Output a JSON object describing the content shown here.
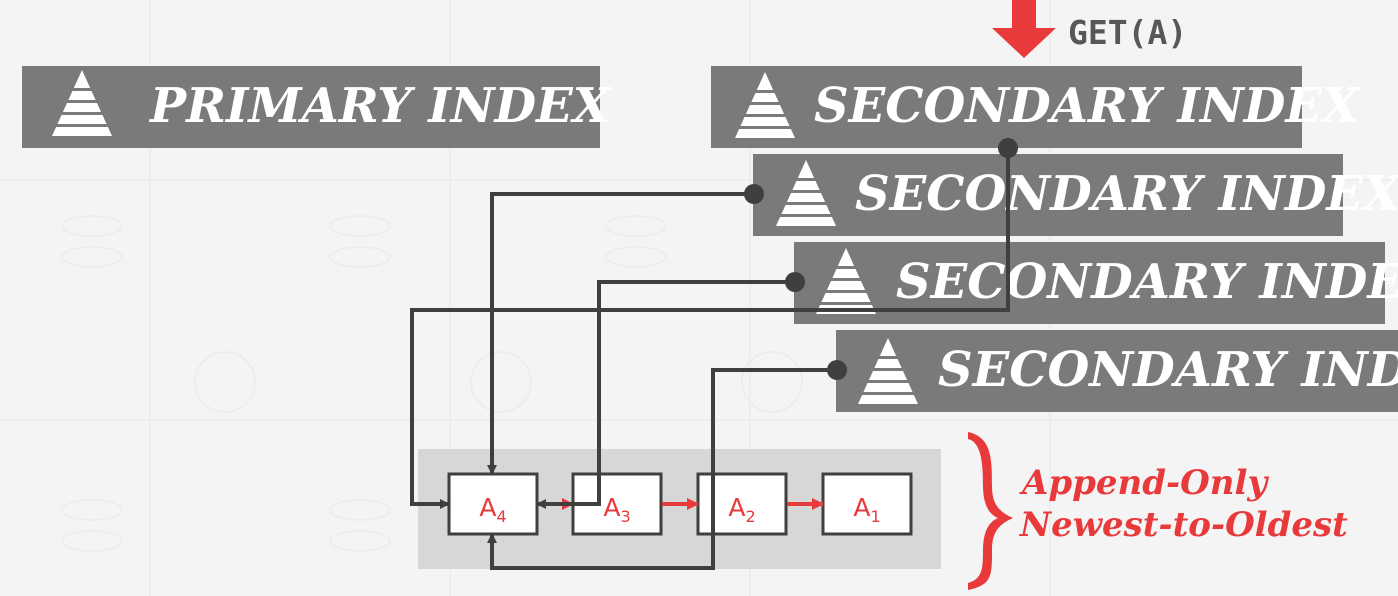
{
  "query": {
    "label": "GET(A)",
    "arrow_color": "#e8393b"
  },
  "primary_index": {
    "label": "PRIMARY INDEX"
  },
  "secondary_indexes": [
    {
      "label": "SECONDARY INDEX"
    },
    {
      "label": "SECONDARY INDEX"
    },
    {
      "label": "SECONDARY INDEX"
    },
    {
      "label": "SECONDARY INDEX"
    }
  ],
  "version_chain": {
    "nodes": [
      {
        "label": "A",
        "subscript": "4"
      },
      {
        "label": "A",
        "subscript": "3"
      },
      {
        "label": "A",
        "subscript": "2"
      },
      {
        "label": "A",
        "subscript": "1"
      }
    ]
  },
  "annotation": {
    "line1": "Append-Only",
    "line2": "Newest-to-Oldest"
  },
  "colors": {
    "index_box": "#7a7a7a",
    "pointer_line": "#3f3f3f",
    "chain_arrow": "#e8393b",
    "chain_area": "#d7d7d7",
    "annotation_red": "#e8393b",
    "node_text": "#e8393b"
  }
}
